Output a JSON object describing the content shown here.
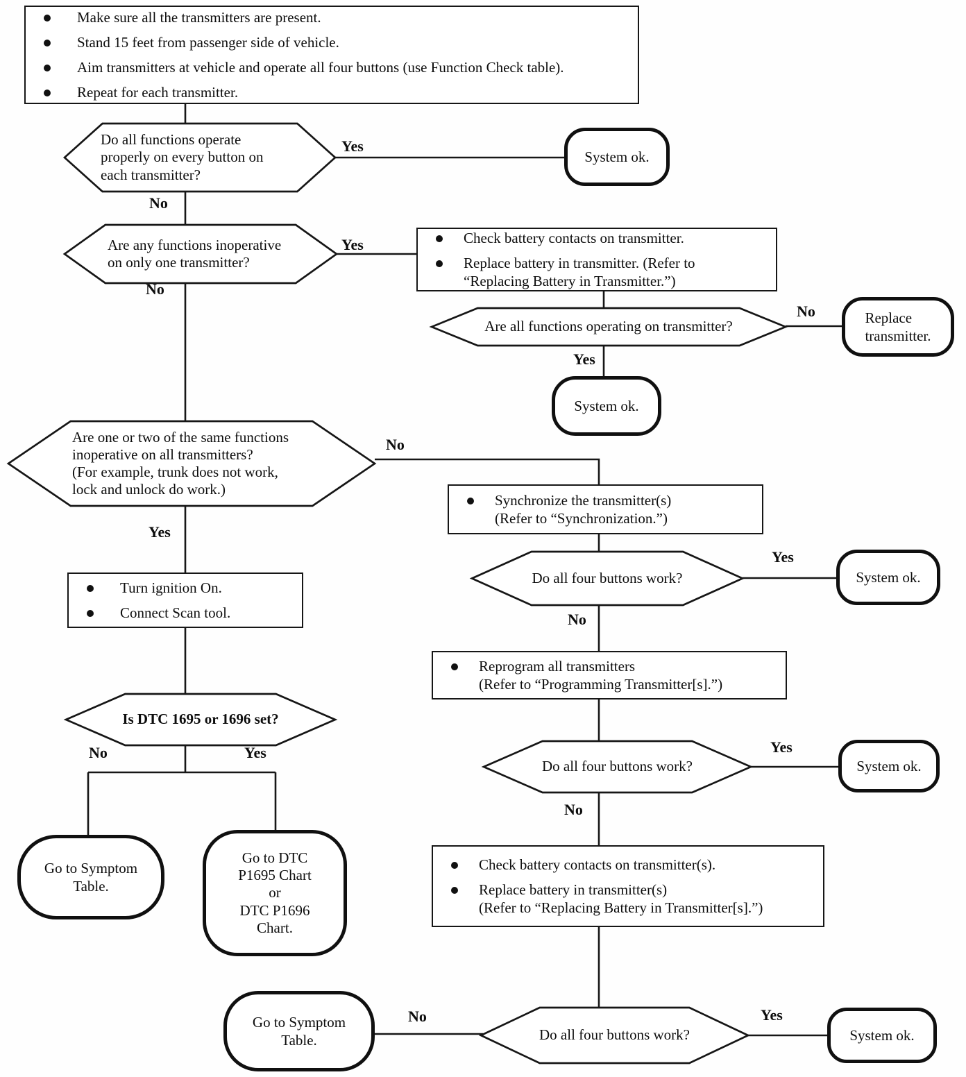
{
  "labels": {
    "yes": "Yes",
    "no": "No"
  },
  "nodes": {
    "intro": {
      "items": [
        "Make sure all the transmitters are present.",
        "Stand 15 feet from passenger side of vehicle.",
        "Aim transmitters at vehicle and operate all four buttons (use Function Check table).",
        "Repeat for each transmitter."
      ]
    },
    "q_all_functions_operate": {
      "lines": [
        "Do all functions operate",
        "properly on every button on",
        "each transmitter?"
      ]
    },
    "system_ok": "System ok.",
    "q_inoperative_one_transmitter": {
      "lines": [
        "Are any functions inoperative",
        "on only one transmitter?"
      ]
    },
    "battery_single": {
      "items": [
        "Check battery contacts on transmitter.",
        "Replace battery in transmitter. (Refer to\n“Replacing Battery in Transmitter.”)"
      ]
    },
    "q_all_functions_operating": {
      "text": "Are all functions operating on transmitter?"
    },
    "replace_transmitter": {
      "lines": [
        "Replace",
        "transmitter."
      ]
    },
    "q_same_functions_all_transmitters": {
      "lines": [
        "Are one or two of the same functions",
        "inoperative on all transmitters?",
        "(For example, trunk does not work,",
        "lock and unlock do work.)"
      ]
    },
    "synchronize": {
      "items": [
        "Synchronize the transmitter(s)\n(Refer to “Synchronization.”)"
      ]
    },
    "ignition_scan": {
      "items": [
        "Turn ignition On.",
        "Connect Scan tool."
      ]
    },
    "q_four_buttons": "Do all four buttons work?",
    "reprogram": {
      "items": [
        "Reprogram all transmitters\n(Refer to “Programming Transmitter[s].”)"
      ]
    },
    "q_dtc_set": "Is DTC 1695 or 1696 set?",
    "go_symptom_table": {
      "lines": [
        "Go to Symptom",
        "Table."
      ]
    },
    "go_dtc_chart": {
      "lines": [
        "Go to DTC",
        "P1695 Chart",
        "or",
        "DTC P1696",
        "Chart."
      ]
    },
    "battery_multi": {
      "items": [
        "Check battery contacts on transmitter(s).",
        "Replace battery in transmitter(s)\n(Refer to “Replacing Battery in Transmitter[s].”)"
      ]
    }
  }
}
